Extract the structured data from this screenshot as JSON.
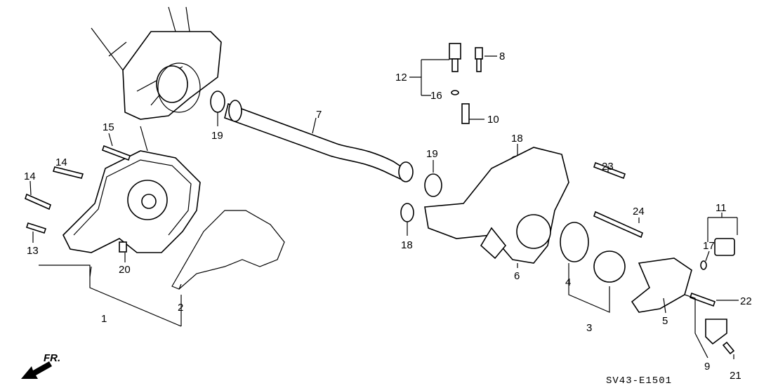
{
  "diagram": {
    "callouts": [
      "12",
      "8",
      "16",
      "10",
      "7",
      "19",
      "19",
      "18",
      "15",
      "14",
      "14",
      "13",
      "20",
      "1",
      "2",
      "18",
      "6",
      "4",
      "3",
      "5",
      "23",
      "24",
      "11",
      "17",
      "22",
      "9",
      "21"
    ],
    "front_marker": "FR.",
    "diagram_code": "SV43-E1501"
  }
}
